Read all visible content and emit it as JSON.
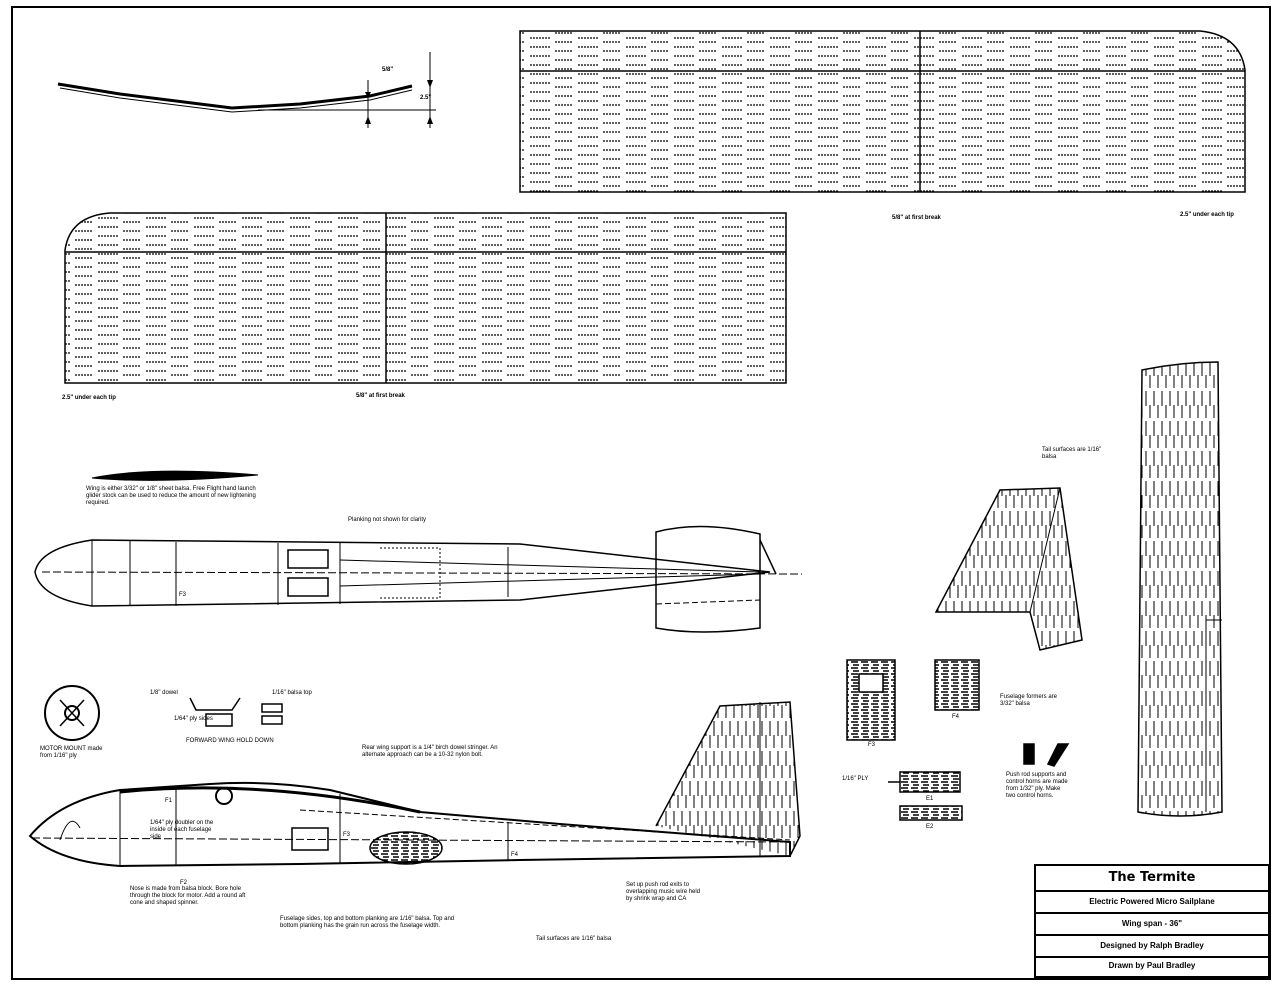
{
  "title_block": {
    "title": "The Termite",
    "subtitle": "Electric Powered Micro Sailplane",
    "wing_span": "Wing span - 36\"",
    "designed_by": "Designed by Ralph Bradley",
    "drawn_by": "Drawn by Paul Bradley"
  },
  "dihedral": {
    "rise_label": "5/8\"",
    "tip_label": "2.5\""
  },
  "wing_panels": {
    "right_first_break": "5/8\" at first break",
    "right_tip": "2.5\" under each tip",
    "left_tip": "2.5\" under each tip",
    "left_first_break": "5/8\" at first break"
  },
  "notes": {
    "airfoil": "Wing is either 3/32\" or 1/8\" sheet balsa. Free Flight hand launch glider stock can be used to reduce the amount of new lightening required.",
    "planking": "Planking not shown for clarity",
    "tail_top": "Tail surfaces are 1/16\" balsa",
    "tail_bottom": "Tail surfaces are 1/16\" balsa",
    "motor_mount": "MOTOR MOUNT made from 1/16\" ply",
    "dowel": "1/8\" dowel",
    "ply_sides": "1/64\" ply sides",
    "balsa_top": "1/16\" balsa top",
    "wing_hold_down": "FORWARD WING HOLD DOWN",
    "rear_wing_support": "Rear wing support is a 1/4\" birch dowel stringer. An alternate approach can be a 10-32 nylon bolt.",
    "ply_doubler": "1/64\" ply doubler on the inside of each fuselage side",
    "nose_block": "Nose is made from balsa block. Bore hole through the block for motor. Add a round aft cone and shaped spinner.",
    "fuselage_sides": "Fuselage sides, top and bottom planking are 1/16\" balsa. Top and bottom planking has the grain run across the fuselage width.",
    "pushrod": "Set up push rod exits to overlapping music wire held by shrink wrap and CA",
    "formers": "Fuselage formers are 3/32\" balsa",
    "pushrod_supports": "Push rod supports and control horns are made from 1/32\" ply. Make two control horns.",
    "ply_label": "1/16\" PLY"
  },
  "parts": {
    "f1": "F1",
    "f2": "F2",
    "f3": "F3",
    "f4": "F4",
    "e1": "E1",
    "e2": "E2",
    "f3_side": "F3",
    "f4_side": "F4",
    "f3_bottom": "F3"
  }
}
